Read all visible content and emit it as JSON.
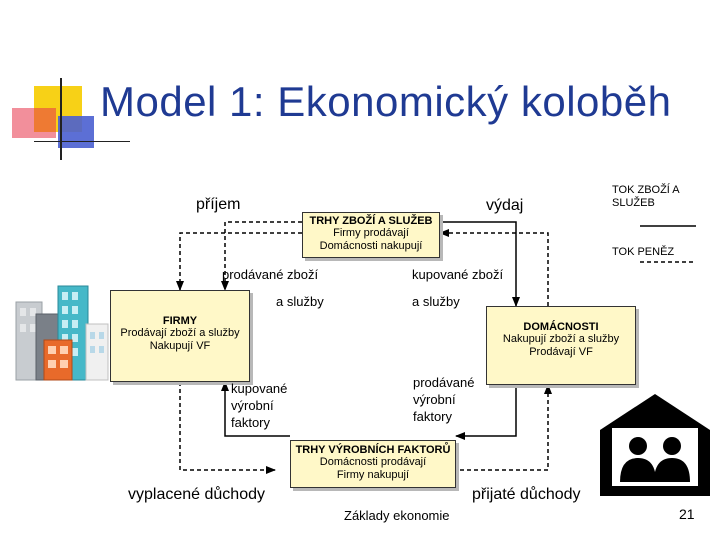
{
  "slide_title": "Model 1: Ekonomický koloběh",
  "legend": {
    "goods_flow": "TOK ZBOŽÍ A SLUŽEB",
    "money_flow": "TOK PENĚZ"
  },
  "markets_goods": {
    "title": "TRHY ZBOŽÍ A SLUŽEB",
    "line1": "Firmy prodávají",
    "line2": "Domácnosti nakupují"
  },
  "firms": {
    "title": "FIRMY",
    "line1": "Prodávají zboží a služby",
    "line2": "Nakupují VF"
  },
  "households": {
    "title": "DOMÁCNOSTI",
    "line1": "Nakupují zboží a služby",
    "line2": "Prodávají VF"
  },
  "markets_factors": {
    "title": "TRHY VÝROBNÍCH FAKTORŮ",
    "line1": "Domácnosti prodávají",
    "line2": "Firmy nakupují"
  },
  "labels": {
    "revenue": "příjem",
    "expenditure": "výdaj",
    "sold_goods_1": "prodávané zboží",
    "sold_goods_2": "a služby",
    "bought_goods_1": "kupované zboží",
    "bought_goods_2": "a služby",
    "bought_factors_1": "kupované",
    "bought_factors_2": "výrobní",
    "bought_factors_3": "faktory",
    "sold_factors_1": "prodávané",
    "sold_factors_2": "výrobní",
    "sold_factors_3": "faktory",
    "wages_paid": "vyplacené důchody",
    "income_received": "přijaté důchody"
  },
  "footer": {
    "course": "Základy ekonomie",
    "page_number": "21"
  },
  "colors": {
    "title": "#1f3a93",
    "box_fill": "#fff8c8",
    "deco_yellow": "#f7d117",
    "deco_red": "#e8344a",
    "deco_blue": "#4a5fd0"
  }
}
